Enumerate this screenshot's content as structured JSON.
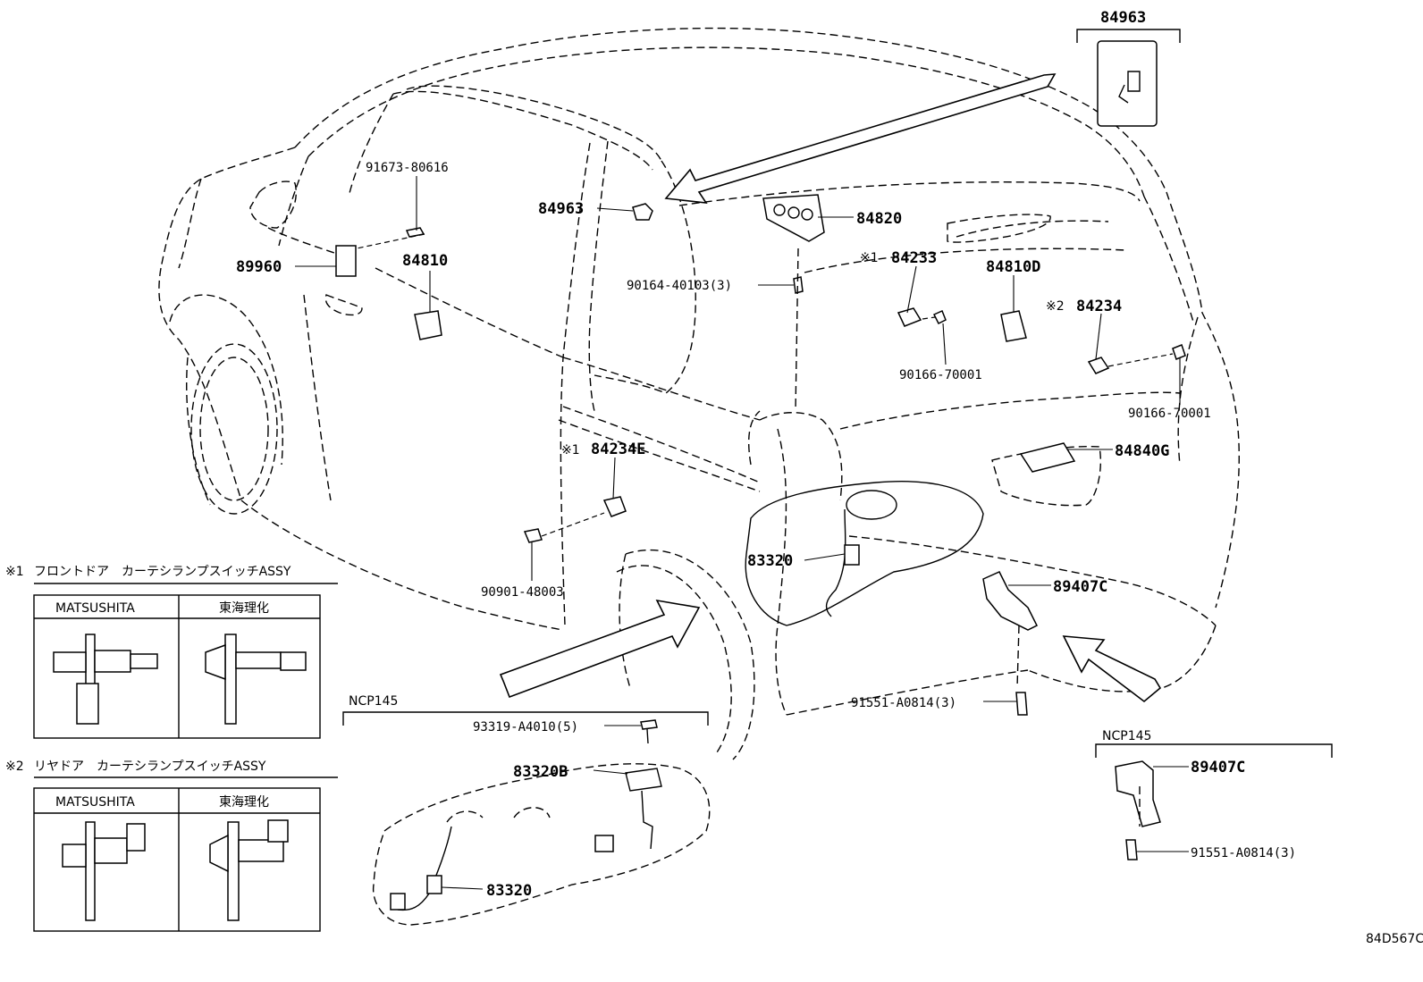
{
  "diagram": {
    "code": "84D567C",
    "part_labels": {
      "p84963_box": "84963",
      "p84963": "84963",
      "p91673": "91673-80616",
      "p89960": "89960",
      "p84810": "84810",
      "p84820": "84820",
      "p90164": "90164-40103(3)",
      "p84233": "84233",
      "p84233_mark": "※1",
      "p84810D": "84810D",
      "p84234": "84234",
      "p84234_mark": "※2",
      "p90166a": "90166-70001",
      "p90166b": "90166-70001",
      "p84840G": "84840G",
      "p84234E": "84234E",
      "p84234E_mark": "※1",
      "p90901": "90901-48003",
      "p83320": "83320",
      "p89407C": "89407C",
      "p91551": "91551-A0814(3)"
    },
    "ncp145_tank": {
      "label": "NCP145",
      "p93319": "93319-A4010(5)",
      "p83320B": "83320B",
      "p83320": "83320"
    },
    "ncp145_bracket": {
      "label": "NCP145",
      "p89407C": "89407C",
      "p91551": "91551-A0814(3)"
    },
    "note1": {
      "mark": "※1",
      "title": "フロントドア　カーテシランプスイッチASSY",
      "col1": "MATSUSHITA",
      "col2": "東海理化"
    },
    "note2": {
      "mark": "※2",
      "title": "リヤドア　カーテシランプスイッチASSY",
      "col1": "MATSUSHITA",
      "col2": "東海理化"
    }
  }
}
